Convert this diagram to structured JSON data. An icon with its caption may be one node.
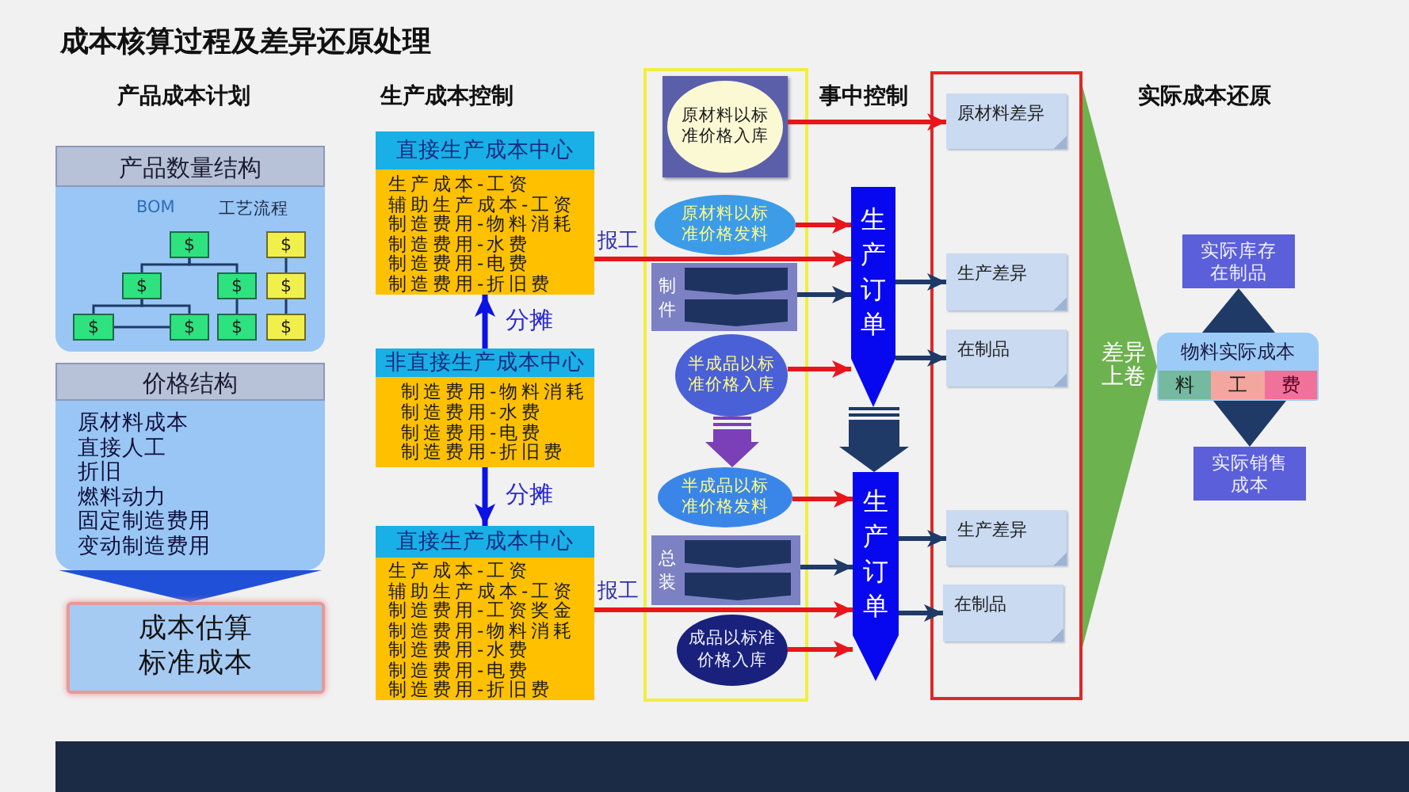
{
  "diagram": {
    "title": "成本核算过程及差异还原处理",
    "nodes": [
      {
        "text": [
          "产品数量结构",
          "BOM",
          "工艺流程"
        ]
      },
      {
        "text": [
          "$"
        ],
        "in": 0
      },
      {
        "text": [
          "$"
        ],
        "in": 0
      },
      {
        "text": [
          "$"
        ],
        "in": 0
      },
      {
        "text": [
          "$"
        ],
        "in": 0
      },
      {
        "text": [
          "$"
        ],
        "in": 0
      },
      {
        "text": [
          "$"
        ],
        "in": 0
      },
      {
        "text": [
          "$"
        ],
        "in": 0
      },
      {
        "text": [
          "$"
        ],
        "in": 0
      },
      {
        "text": [
          "$"
        ],
        "in": 0
      },
      {
        "text": [
          "价格结构",
          "原材料成本",
          "直接人工",
          "折旧",
          "燃料动力",
          "固定制造费用",
          "变动制造费用"
        ]
      },
      {
        "text": [
          "成本估算标准成本"
        ]
      },
      {
        "text": [
          "直接生产成本中心",
          "生产成本-工资",
          "辅助生产成本-工资",
          "制造费用-物料消耗",
          "制造费用-水费",
          "制造费用-电费",
          "制造费用-折旧费"
        ]
      },
      {
        "text": [
          "非直接生产成本中心",
          "制造费用-物料消耗",
          "制造费用-水费",
          "制造费用-电费",
          "制造费用-折旧费"
        ]
      },
      {
        "text": [
          "直接生产成本中心",
          "生产成本-工资",
          "辅助生产成本-工资",
          "制造费用-工资奖金",
          "制造费用-物料消耗",
          "制造费用-水费",
          "制造费用-电费",
          "制造费用-折旧费"
        ]
      },
      {
        "text": [],
        "shape": "box"
      },
      {
        "text": [
          "原材料以标准价格入库"
        ],
        "in": 15
      },
      {
        "text": [
          "原材料以标准价格发料"
        ],
        "in": 15
      },
      {
        "text": [
          "制件"
        ],
        "in": 15
      },
      {
        "text": [
          "半成品以标准价格入库"
        ],
        "in": 15
      },
      {
        "text": [
          "半成品以标准价格发料"
        ],
        "in": 15
      },
      {
        "text": [
          "总装"
        ],
        "in": 15
      },
      {
        "text": [
          "成品以标准价格入库"
        ],
        "in": 15
      },
      {
        "text": [
          "生产订单"
        ]
      },
      {
        "text": [
          "生产订单"
        ]
      },
      {
        "text": [],
        "shape": "box"
      },
      {
        "text": [
          "原材料差异"
        ],
        "in": 25
      },
      {
        "text": [
          "生产差异"
        ],
        "in": 25
      },
      {
        "text": [
          "在制品"
        ],
        "in": 25
      },
      {
        "text": [
          "生产差异"
        ],
        "in": 25
      },
      {
        "text": [
          "在制品"
        ],
        "in": 25
      },
      {
        "text": [
          "实际库存在制品"
        ]
      },
      {
        "text": [
          "物料实际成本"
        ]
      },
      {
        "text": [
          "料"
        ],
        "in": 32
      },
      {
        "text": [
          "工"
        ],
        "in": 32
      },
      {
        "text": [
          "费"
        ],
        "in": 32
      },
      {
        "text": [
          "实际销售成本"
        ]
      }
    ],
    "edges": [
      {
        "from": 1,
        "to": 2,
        "arrow": "none"
      },
      {
        "from": 1,
        "to": 3,
        "arrow": "none"
      },
      {
        "from": 2,
        "to": 4,
        "arrow": "none"
      },
      {
        "from": 2,
        "to": 5,
        "arrow": "none"
      },
      {
        "from": 4,
        "to": 5,
        "arrow": "none"
      },
      {
        "from": 3,
        "to": 6,
        "arrow": "none"
      },
      {
        "from": 7,
        "to": 8,
        "arrow": "none"
      },
      {
        "from": 8,
        "to": 9,
        "arrow": "none"
      },
      {
        "from": 10,
        "to": 11,
        "arrow": "to",
        "color": "#2150d8"
      },
      {
        "from": 13,
        "to": 12,
        "arrow": "to",
        "label": "分摊",
        "color": "#0a12e4"
      },
      {
        "from": 13,
        "to": 14,
        "arrow": "to",
        "label": "分摊",
        "color": "#0a12e4"
      },
      {
        "from": 12,
        "to": 23,
        "arrow": "to",
        "label": "报工",
        "color": "#e8151b"
      },
      {
        "from": 14,
        "to": 24,
        "arrow": "to",
        "label": "报工",
        "color": "#e8151b"
      },
      {
        "from": 16,
        "to": 26,
        "arrow": "to",
        "color": "#e8151b"
      },
      {
        "from": 17,
        "to": 23,
        "arrow": "to",
        "color": "#e8151b"
      },
      {
        "from": 18,
        "to": 23,
        "arrow": "to"
      },
      {
        "from": 19,
        "to": 23,
        "arrow": "to",
        "color": "#e8151b"
      },
      {
        "from": 19,
        "to": 20,
        "arrow": "to",
        "color": "#7b3fb8"
      },
      {
        "from": 23,
        "to": 24,
        "arrow": "to"
      },
      {
        "from": 20,
        "to": 24,
        "arrow": "to",
        "color": "#e8151b"
      },
      {
        "from": 21,
        "to": 24,
        "arrow": "to"
      },
      {
        "from": 22,
        "to": 24,
        "arrow": "to",
        "color": "#e8151b"
      },
      {
        "from": 23,
        "to": 27,
        "arrow": "to"
      },
      {
        "from": 23,
        "to": 28,
        "arrow": "to"
      },
      {
        "from": 24,
        "to": 29,
        "arrow": "to"
      },
      {
        "from": 24,
        "to": 30,
        "arrow": "to"
      },
      {
        "from": 25,
        "to": 32,
        "arrow": "to",
        "label": "差异上卷",
        "color": "#6cb24e"
      },
      {
        "from": 32,
        "to": 31,
        "arrow": "to"
      },
      {
        "from": 32,
        "to": 36,
        "arrow": "to"
      }
    ],
    "labels": [
      "产品成本计划",
      "生产成本控制",
      "事中控制",
      "实际成本还原"
    ]
  }
}
